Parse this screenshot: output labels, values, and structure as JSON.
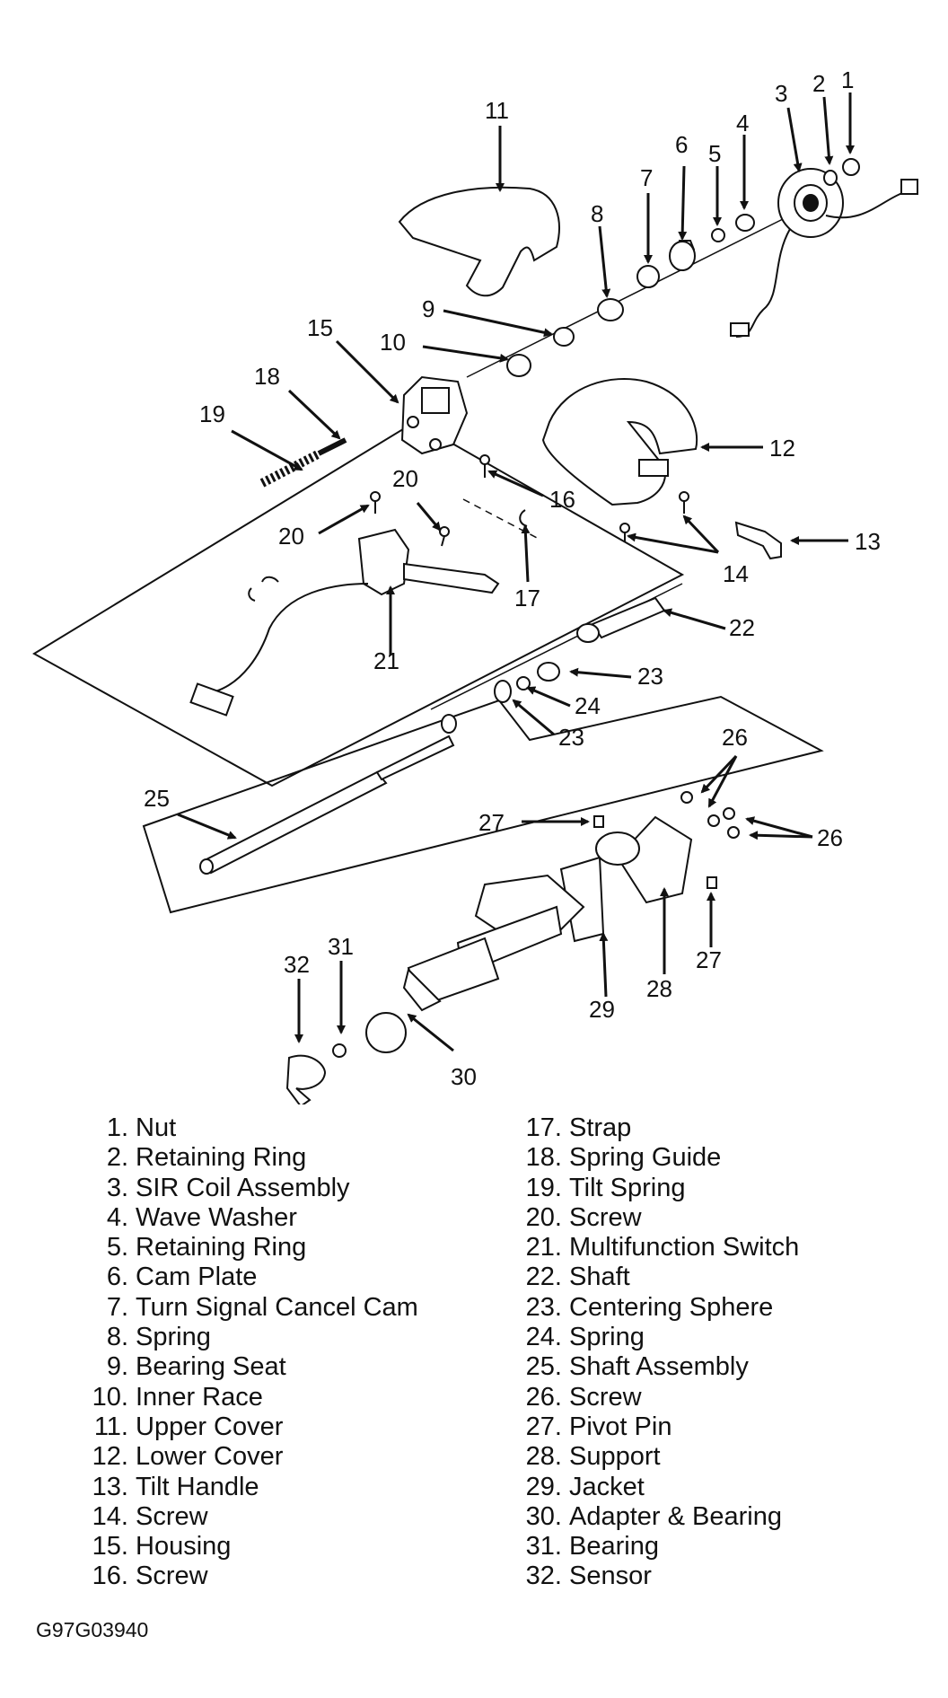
{
  "callouts": [
    {
      "n": "1"
    },
    {
      "n": "2"
    },
    {
      "n": "3"
    },
    {
      "n": "4"
    },
    {
      "n": "5"
    },
    {
      "n": "6"
    },
    {
      "n": "7"
    },
    {
      "n": "8"
    },
    {
      "n": "9"
    },
    {
      "n": "10"
    },
    {
      "n": "11"
    },
    {
      "n": "12"
    },
    {
      "n": "13"
    },
    {
      "n": "14"
    },
    {
      "n": "15"
    },
    {
      "n": "16"
    },
    {
      "n": "17"
    },
    {
      "n": "18"
    },
    {
      "n": "19"
    },
    {
      "n": "20"
    },
    {
      "n": "20"
    },
    {
      "n": "21"
    },
    {
      "n": "22"
    },
    {
      "n": "23"
    },
    {
      "n": "24"
    },
    {
      "n": "23"
    },
    {
      "n": "25"
    },
    {
      "n": "26"
    },
    {
      "n": "26"
    },
    {
      "n": "27"
    },
    {
      "n": "27"
    },
    {
      "n": "28"
    },
    {
      "n": "29"
    },
    {
      "n": "30"
    },
    {
      "n": "31"
    },
    {
      "n": "32"
    }
  ],
  "legend_left": [
    {
      "num": "1.",
      "label": "Nut"
    },
    {
      "num": "2.",
      "label": "Retaining Ring"
    },
    {
      "num": "3.",
      "label": "SIR Coil Assembly"
    },
    {
      "num": "4.",
      "label": "Wave Washer"
    },
    {
      "num": "5.",
      "label": "Retaining Ring"
    },
    {
      "num": "6.",
      "label": "Cam Plate"
    },
    {
      "num": "7.",
      "label": "Turn Signal Cancel Cam"
    },
    {
      "num": "8.",
      "label": "Spring"
    },
    {
      "num": "9.",
      "label": "Bearing Seat"
    },
    {
      "num": "10.",
      "label": "Inner Race"
    },
    {
      "num": "11.",
      "label": "Upper Cover"
    },
    {
      "num": "12.",
      "label": "Lower Cover"
    },
    {
      "num": "13.",
      "label": "Tilt Handle"
    },
    {
      "num": "14.",
      "label": "Screw"
    },
    {
      "num": "15.",
      "label": "Housing"
    },
    {
      "num": "16.",
      "label": "Screw"
    }
  ],
  "legend_right": [
    {
      "num": "17.",
      "label": "Strap"
    },
    {
      "num": "18.",
      "label": "Spring Guide"
    },
    {
      "num": "19.",
      "label": "Tilt Spring"
    },
    {
      "num": "20.",
      "label": "Screw"
    },
    {
      "num": "21.",
      "label": "Multifunction Switch"
    },
    {
      "num": "22.",
      "label": "Shaft"
    },
    {
      "num": "23.",
      "label": "Centering Sphere"
    },
    {
      "num": "24.",
      "label": "Spring"
    },
    {
      "num": "25.",
      "label": "Shaft Assembly"
    },
    {
      "num": "26.",
      "label": "Screw"
    },
    {
      "num": "27.",
      "label": "Pivot Pin"
    },
    {
      "num": "28.",
      "label": "Support"
    },
    {
      "num": "29.",
      "label": "Jacket"
    },
    {
      "num": "30.",
      "label": "Adapter & Bearing"
    },
    {
      "num": "31.",
      "label": "Bearing"
    },
    {
      "num": "32.",
      "label": "Sensor"
    }
  ],
  "figure_code": "G97G03940"
}
